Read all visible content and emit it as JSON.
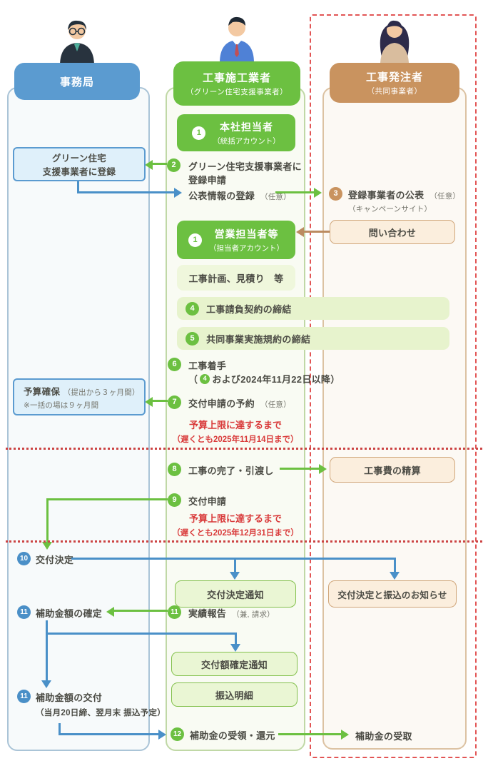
{
  "diagram": {
    "lanes": {
      "office": {
        "title": "事務局"
      },
      "contractor": {
        "title": "工事施工業者",
        "subtitle": "（グリーン住宅支援事業者）"
      },
      "orderer": {
        "title": "工事発注者",
        "subtitle": "（共同事業者）"
      }
    },
    "colors": {
      "office_accent": "#5b9bd0",
      "contractor_accent": "#6cc041",
      "orderer_accent": "#c9935f",
      "arrow_blue": "#4a90c8",
      "arrow_green": "#6cc041",
      "arrow_brown": "#bb8b60",
      "alert_red": "#d93a3a",
      "boundary_red_dashed": "#e25555"
    },
    "nodes": {
      "head_office_account": {
        "num": "1",
        "title": "本社担当者",
        "subtitle": "（統括アカウント）"
      },
      "register_apply": {
        "num": "2",
        "line1": "グリーン住宅支援事業者に",
        "line2": "登録申請"
      },
      "office_register": {
        "line1": "グリーン住宅",
        "line2": "支援事業者に登録"
      },
      "public_info": {
        "label": "公表情報の登録",
        "note": "（任意）"
      },
      "publish_registered": {
        "num": "3",
        "label": "登録事業者の公表",
        "note": "（任意）",
        "line2": "（キャンペーンサイト）"
      },
      "sales_account": {
        "num": "1",
        "title": "営業担当者等",
        "subtitle": "（担当者アカウント）"
      },
      "inquiry": {
        "label": "問い合わせ"
      },
      "plan_estimate": {
        "label": "工事計画、見積り　等"
      },
      "contract": {
        "num": "4",
        "label": "工事請負契約の締結"
      },
      "joint_rules": {
        "num": "5",
        "label": "共同事業実施規約の締結"
      },
      "start_construction": {
        "num": "6",
        "label": "工事着手",
        "paren_open": "（",
        "inline_num": "4",
        "paren_rest": "および2024年11月22日以降）"
      },
      "reserve_application": {
        "num": "7",
        "label": "交付申請の予約",
        "note": "（任意）"
      },
      "budget_secure": {
        "title": "予算確保",
        "note": "（提出から３ヶ月間）",
        "line2": "※一括の場は９ヶ月間"
      },
      "deadline1": {
        "line1": "予算上限に達するまで",
        "line2": "（遅くとも2025年11月14日まで）"
      },
      "complete_handover": {
        "num": "8",
        "label": "工事の完了・引渡し"
      },
      "cost_settlement": {
        "label": "工事費の精算"
      },
      "grant_application": {
        "num": "9",
        "label": "交付申請"
      },
      "deadline2": {
        "line1": "予算上限に達するまで",
        "line2": "（遅くとも2025年12月31日まで）"
      },
      "grant_decision": {
        "num": "10",
        "label": "交付決定"
      },
      "decision_notice": {
        "label": "交付決定通知"
      },
      "decision_transfer_notice": {
        "label": "交付決定と振込のお知らせ"
      },
      "amount_fixed": {
        "num": "11",
        "label": "補助金額の確定"
      },
      "result_report": {
        "num": "11",
        "label": "実績報告",
        "note": "（兼, 請求）"
      },
      "fixed_amount_notice": {
        "label": "交付額確定通知"
      },
      "transfer_detail": {
        "label": "振込明細"
      },
      "subsidy_grant": {
        "num": "11",
        "label": "補助金額の交付",
        "line2": "（当月20日締、翌月末 振込予定）"
      },
      "receive_return": {
        "num": "12",
        "label": "補助金の受領・還元"
      },
      "receive_subsidy": {
        "label": "補助金の受取"
      }
    }
  }
}
